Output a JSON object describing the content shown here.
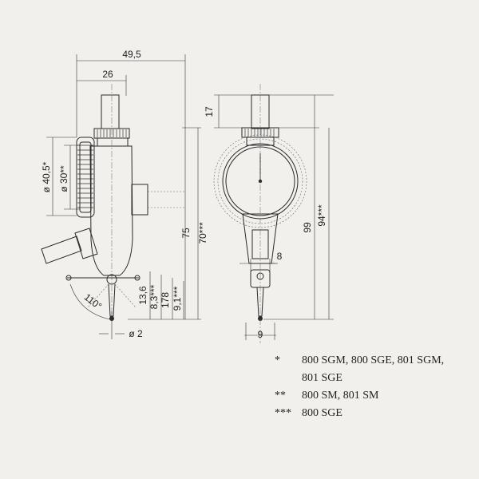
{
  "dimensions": {
    "overall_width": "49,5",
    "body_width": "26",
    "dial_outer_dia": "ø 40,5*",
    "dial_inner_dia": "ø 30**",
    "height_75": "75",
    "height_70": "70***",
    "tip_13_6": "13,6",
    "tip_8_3": "8,3***",
    "tip_17_8": "178",
    "tip_9_1": "9,1***",
    "angle": "110°",
    "ball_dia": "ø 2",
    "stem_17": "17",
    "height_99": "99",
    "height_94": "94***",
    "width_8": "8",
    "width_9": "9"
  },
  "legend": [
    {
      "mark": "*",
      "text": "800 SGM, 800 SGE, 801 SGM, 801 SGE"
    },
    {
      "mark": "**",
      "text": "800 SM, 801 SM"
    },
    {
      "mark": "***",
      "text": "800 SGE"
    }
  ]
}
